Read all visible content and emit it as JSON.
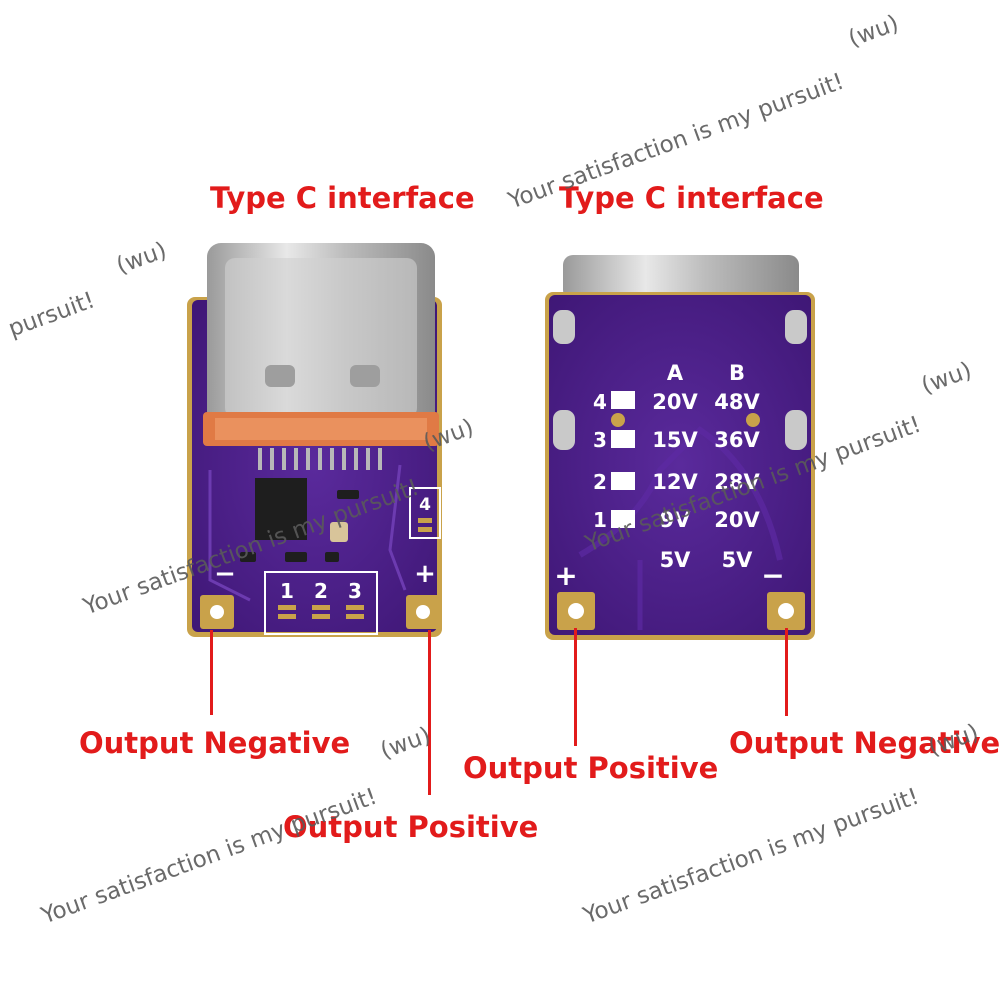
{
  "labels": {
    "left_top": "Type C interface",
    "right_top": "Type C interface",
    "left_neg": "Output Negative",
    "left_pos": "Output Positive",
    "right_pos": "Output Positive",
    "right_neg": "Output Negative"
  },
  "watermark": {
    "phrase": "Your satisfaction is my pursuit!",
    "short": "pursuit!",
    "tag": "(wu)"
  },
  "left_board": {
    "silk_pad": "4",
    "pads": [
      "1",
      "2",
      "3"
    ],
    "minus": "−",
    "plus": "+"
  },
  "right_board": {
    "col_a": "A",
    "col_b": "B",
    "rows": [
      {
        "num": "4",
        "a": "20V",
        "b": "48V"
      },
      {
        "num": "3",
        "a": "15V",
        "b": "36V"
      },
      {
        "num": "2",
        "a": "12V",
        "b": "28V"
      },
      {
        "num": "1",
        "a": "9V",
        "b": "20V"
      },
      {
        "num": "",
        "a": "5V",
        "b": "5V"
      }
    ],
    "plus": "+",
    "minus": "−"
  },
  "colors": {
    "pcb": "#4a1d86",
    "label": "#e21b1b",
    "gold": "#c9a24a"
  }
}
